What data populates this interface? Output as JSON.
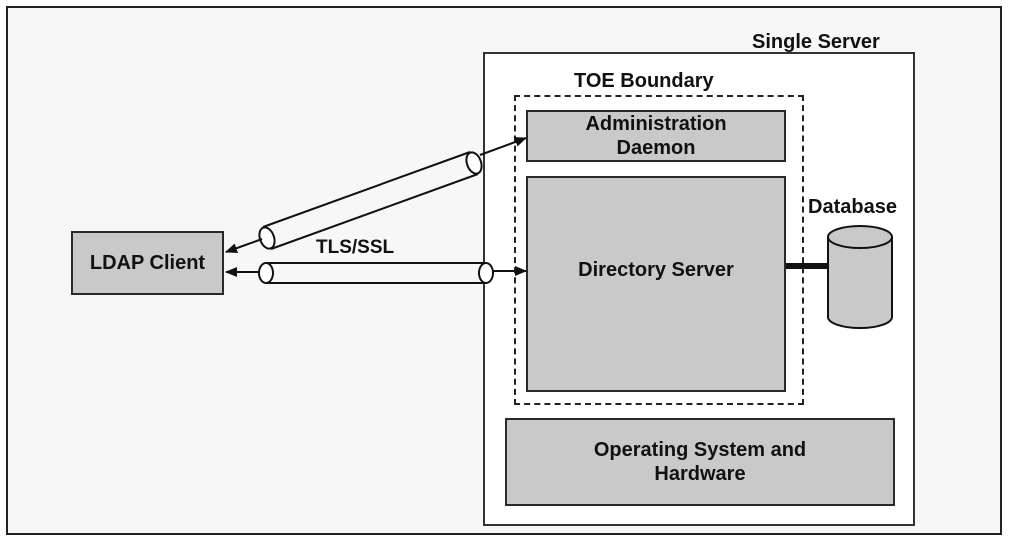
{
  "diagram": {
    "single_server_label": "Single Server",
    "toe_boundary_label": "TOE Boundary",
    "admin_daemon_label": "Administration Daemon",
    "directory_server_label": "Directory Server",
    "database_label": "Database",
    "os_hardware_label": "Operating System and Hardware",
    "ldap_client_label": "LDAP Client",
    "tls_label": "TLS/SSL",
    "colors": {
      "box_fill": "#c9c9c9",
      "outline": "#2a2a2a",
      "background": "#f7f7f7"
    }
  }
}
